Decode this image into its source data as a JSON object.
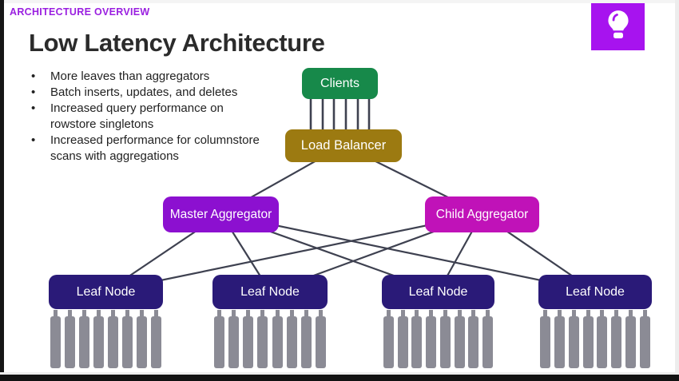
{
  "slide": {
    "kicker": "ARCHITECTURE OVERVIEW",
    "title": "Low Latency Architecture",
    "bullets": [
      "More leaves than aggregators",
      "Batch inserts, updates, and deletes",
      "Increased query performance on rowstore singletons",
      "Increased performance for columnstore scans with aggregations"
    ]
  },
  "diagram": {
    "clients_label": "Clients",
    "load_balancer_label": "Load Balancer",
    "master_aggregator_label": "Master Aggregator",
    "child_aggregator_label": "Child Aggregator",
    "leaf_labels": [
      "Leaf Node",
      "Leaf Node",
      "Leaf Node",
      "Leaf Node"
    ],
    "partitions_per_leaf": 8,
    "client_connection_count": 6
  },
  "icons": {
    "lightbulb": "lightbulb-icon"
  },
  "colors": {
    "kicker_text": "#9a1fe0",
    "title_text": "#2b2b2b",
    "clients_box": "#17894a",
    "load_balancer_box": "#9c7a11",
    "master_aggregator_box": "#8c10d0",
    "child_aggregator_box": "#c012b8",
    "leaf_node_box": "#2a1a78",
    "partition_bar": "#8b8b95",
    "connector_line": "#3e4150",
    "lightbulb_tile": "#a713ef"
  }
}
